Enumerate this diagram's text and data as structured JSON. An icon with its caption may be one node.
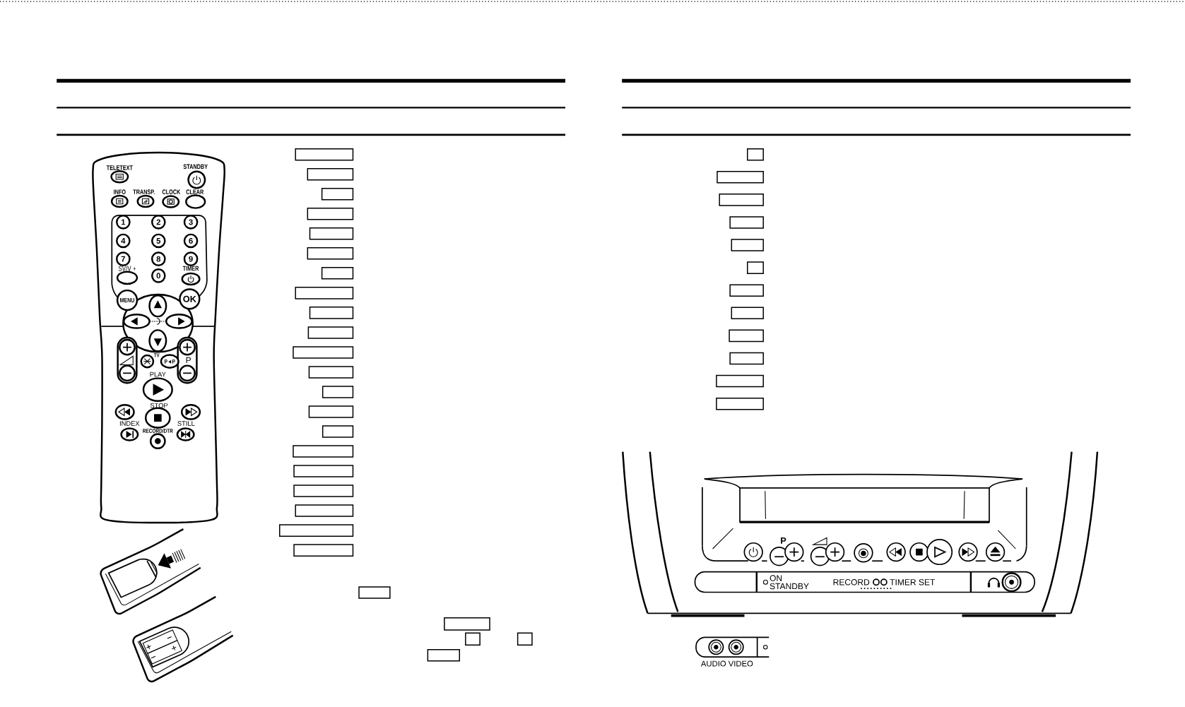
{
  "diagram": {
    "labels": [
      "TELETEXT",
      "STANDBY",
      "INFO",
      "TRANSP.",
      "CLOCK",
      "CLEAR",
      "1",
      "2",
      "3",
      "4",
      "5",
      "6",
      "7",
      "8",
      "9",
      "SV/V +",
      "TIMER",
      "0",
      "MENU",
      "OK",
      "TV",
      "P◄P",
      "P",
      "PLAY",
      "STOP",
      "INDEX",
      "STILL",
      "RECORD/DTR",
      "P",
      "ON STANDBY",
      "RECORD",
      "TIMER SET",
      "AUDIO VIDEO"
    ]
  }
}
